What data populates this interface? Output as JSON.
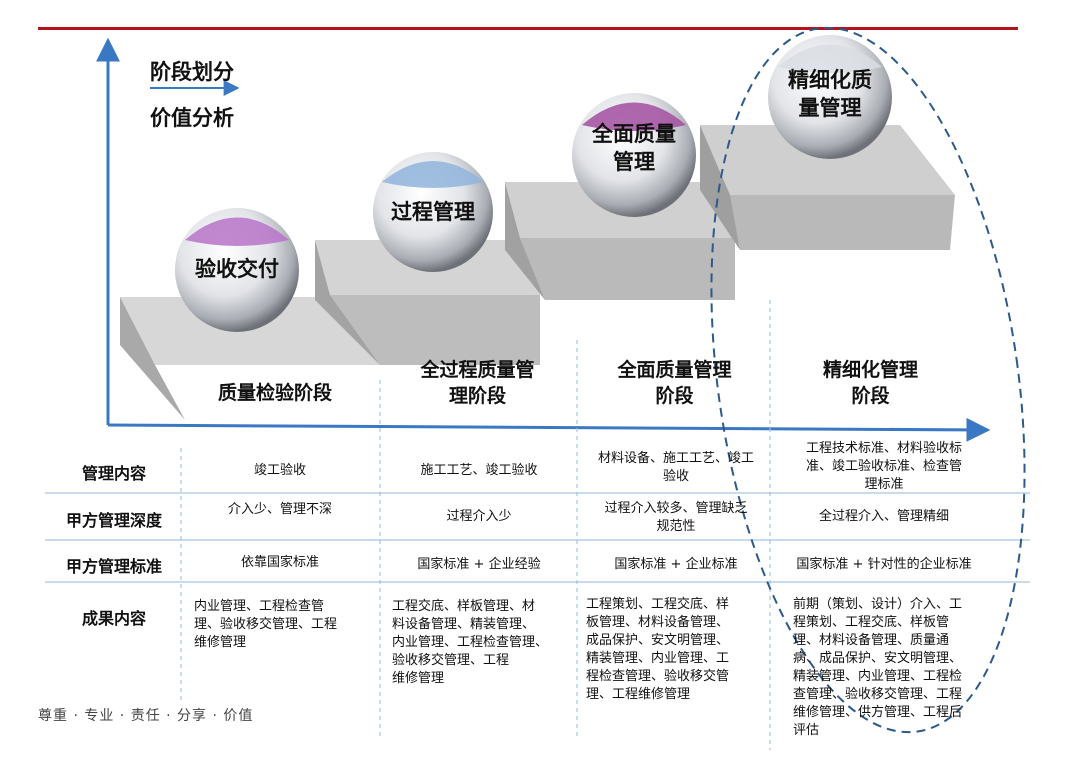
{
  "axis": {
    "line1": "阶段划分",
    "line2": "价值分析"
  },
  "balls": [
    {
      "label": "验收交付",
      "cap": "#b773c8"
    },
    {
      "label": "过程管理",
      "cap": "#8fb4dc"
    },
    {
      "label": "全面质量\n管理",
      "cap": "#a24ea0"
    },
    {
      "label": "精细化质\n量管理",
      "cap": "#d9dde3"
    }
  ],
  "phases": [
    "质量检验阶段",
    "全过程质量管\n理阶段",
    "全面质量管理\n阶段",
    "精细化管理\n阶段"
  ],
  "rows": [
    {
      "label": "管理内容",
      "cells": [
        "竣工验收",
        "施工工艺、竣工验收",
        "材料设备、施工工艺、竣工\n验收",
        "工程技术标准、材料验收标\n准、竣工验收标准、检查管\n理标准"
      ]
    },
    {
      "label": "甲方管理深度",
      "cells": [
        "介入少、管理不深",
        "过程介入少",
        "过程介入较多、管理缺乏\n规范性",
        "全过程介入、管理精细"
      ]
    },
    {
      "label": "甲方管理标准",
      "cells": [
        "依靠国家标准",
        "国家标准 + 企业经验",
        "国家标准 + 企业标准",
        "国家标准 + 针对性的企业标准"
      ]
    },
    {
      "label": "成果内容",
      "cells": [
        "内业管理、工程检查管\n理、验收移交管理、工程\n维修管理",
        "工程交底、样板管理、材\n料设备管理、精装管理、\n内业管理、工程检查管理、\n验收移交管理、工程\n维修管理",
        "工程策划、工程交底、样\n板管理、材料设备管理、\n成品保护、安文明管理、\n精装管理、内业管理、工\n程检查管理、验收移交管\n理、工程维修管理",
        "前期（策划、设计）介入、工\n程策划、工程交底、样板管\n理、材料设备管理、质量通\n病、成品保护、安文明管理、\n精装管理、内业管理、工程检\n查管理、验收移交管理、工程\n维修管理、供方管理、工程后\n评估"
      ]
    }
  ],
  "footer": "尊重 · 专业 · 责任 · 分享 · 价值",
  "colors": {
    "accent_line": "#b8131c",
    "axis": "#3a78c4",
    "ellipse": "#2c5a8a"
  }
}
